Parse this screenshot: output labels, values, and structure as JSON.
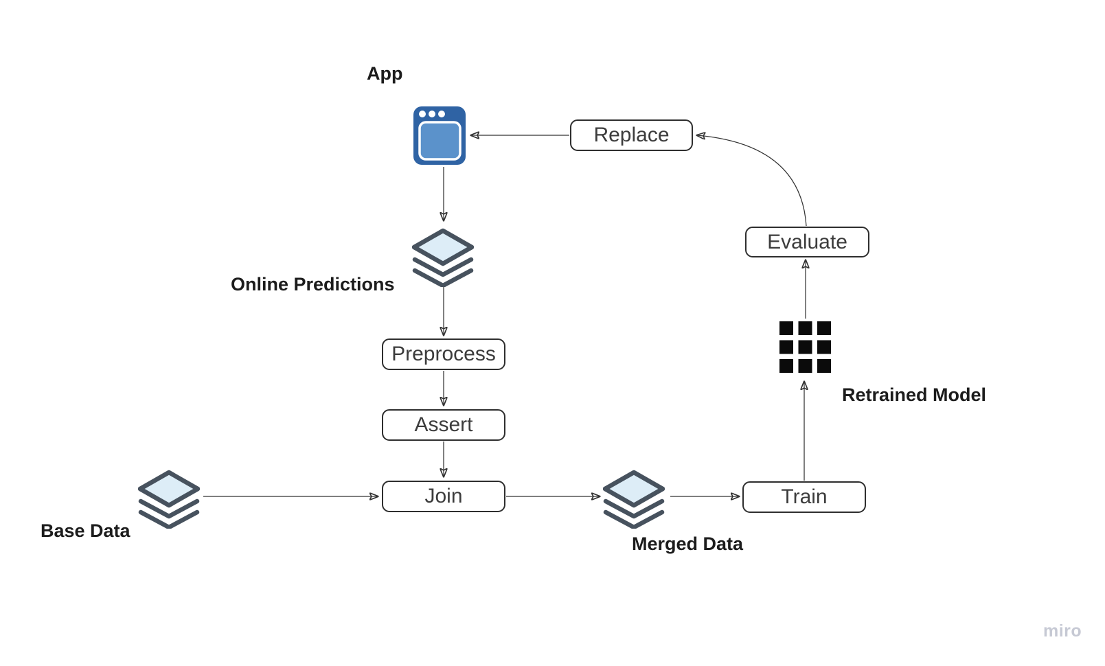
{
  "nodes": {
    "app": {
      "label": "App",
      "kind": "app-window-icon"
    },
    "online_predictions": {
      "label": "Online Predictions",
      "kind": "layers-icon"
    },
    "preprocess": {
      "label": "Preprocess",
      "kind": "process-box"
    },
    "assert": {
      "label": "Assert",
      "kind": "process-box"
    },
    "join": {
      "label": "Join",
      "kind": "process-box"
    },
    "base_data": {
      "label": "Base Data",
      "kind": "layers-icon"
    },
    "merged_data": {
      "label": "Merged Data",
      "kind": "layers-icon"
    },
    "train": {
      "label": "Train",
      "kind": "process-box"
    },
    "retrained_model": {
      "label": "Retrained Model",
      "kind": "grid-icon"
    },
    "evaluate": {
      "label": "Evaluate",
      "kind": "process-box"
    },
    "replace": {
      "label": "Replace",
      "kind": "process-box"
    }
  },
  "edges": [
    {
      "from": "App",
      "to": "Online Predictions"
    },
    {
      "from": "Online Predictions",
      "to": "Preprocess"
    },
    {
      "from": "Preprocess",
      "to": "Assert"
    },
    {
      "from": "Assert",
      "to": "Join"
    },
    {
      "from": "Base Data",
      "to": "Join"
    },
    {
      "from": "Join",
      "to": "Merged Data"
    },
    {
      "from": "Merged Data",
      "to": "Train"
    },
    {
      "from": "Train",
      "to": "Retrained Model"
    },
    {
      "from": "Retrained Model",
      "to": "Evaluate"
    },
    {
      "from": "Evaluate",
      "to": "Replace"
    },
    {
      "from": "Replace",
      "to": "App"
    }
  ],
  "colors": {
    "background": "#ffffff",
    "app_icon_outer": "#2f63a4",
    "app_icon_inner": "#5b92cb",
    "layers_stroke": "#47525e",
    "layers_fill": "#ddedf7",
    "grid_fill": "#0b0b0b",
    "box_border": "#2e2e2e",
    "box_text": "#3c3c3c",
    "label_text": "#1c1c1c",
    "arrow": "#333333",
    "watermark": "#c6c9d4"
  },
  "watermark": {
    "label": "miro"
  }
}
